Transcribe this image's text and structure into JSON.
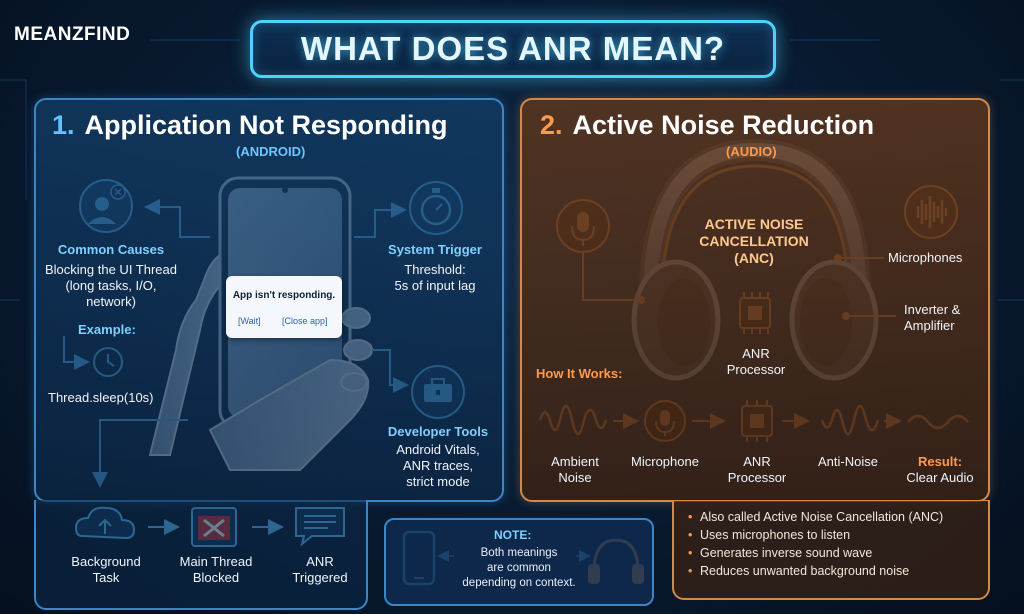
{
  "brand": "MEANZFIND",
  "title": "WHAT DOES ANR MEAN?",
  "left": {
    "number": "1.",
    "heading": "Application Not Responding",
    "subheading": "(ANDROID)",
    "common_causes_label": "Common Causes",
    "common_causes_text": [
      "Blocking the UI Thread",
      "(long tasks, I/O,",
      "network)"
    ],
    "example_label": "Example:",
    "example_text": "Thread.sleep(10s)",
    "system_trigger_label": "System Trigger",
    "system_trigger_text": [
      "Threshold:",
      "5s of input lag"
    ],
    "developer_tools_label": "Developer Tools",
    "developer_tools_text": [
      "Android Vitals,",
      "ANR traces,",
      "strict mode"
    ],
    "dialog": {
      "message": "App isn't responding.",
      "wait": "[Wait]",
      "close": "[Close app]"
    },
    "flow": [
      {
        "label": [
          "Background",
          "Task"
        ]
      },
      {
        "label": [
          "Main Thread",
          "Blocked"
        ]
      },
      {
        "label": [
          "ANR",
          "Triggered"
        ]
      }
    ]
  },
  "right": {
    "number": "2.",
    "heading": "Active Noise Reduction",
    "subheading": "(AUDIO)",
    "anc_title": [
      "ACTIVE NOISE",
      "CANCELLATION",
      "(ANC)"
    ],
    "microphones_label": "Microphones",
    "inverter_label": [
      "Inverter &",
      "Amplifier"
    ],
    "processor_label": [
      "ANR",
      "Processor"
    ],
    "how_it_works_label": "How It Works:",
    "steps": [
      {
        "label": [
          "Ambient",
          "Noise"
        ]
      },
      {
        "label": [
          "Microphone"
        ]
      },
      {
        "label": [
          "ANR",
          "Processor"
        ]
      },
      {
        "label": [
          "Anti-Noise"
        ]
      }
    ],
    "result_label": "Result:",
    "result_text": "Clear Audio",
    "bullets": [
      "Also called Active Noise Cancellation (ANC)",
      "Uses microphones to listen",
      "Generates inverse sound wave",
      "Reduces unwanted background noise"
    ]
  },
  "note": {
    "title": "NOTE:",
    "text": [
      "Both meanings",
      "are common",
      "depending on context."
    ]
  },
  "colors": {
    "accent_blue": "#4fd2ff",
    "accent_orange": "#ff9b4f"
  }
}
